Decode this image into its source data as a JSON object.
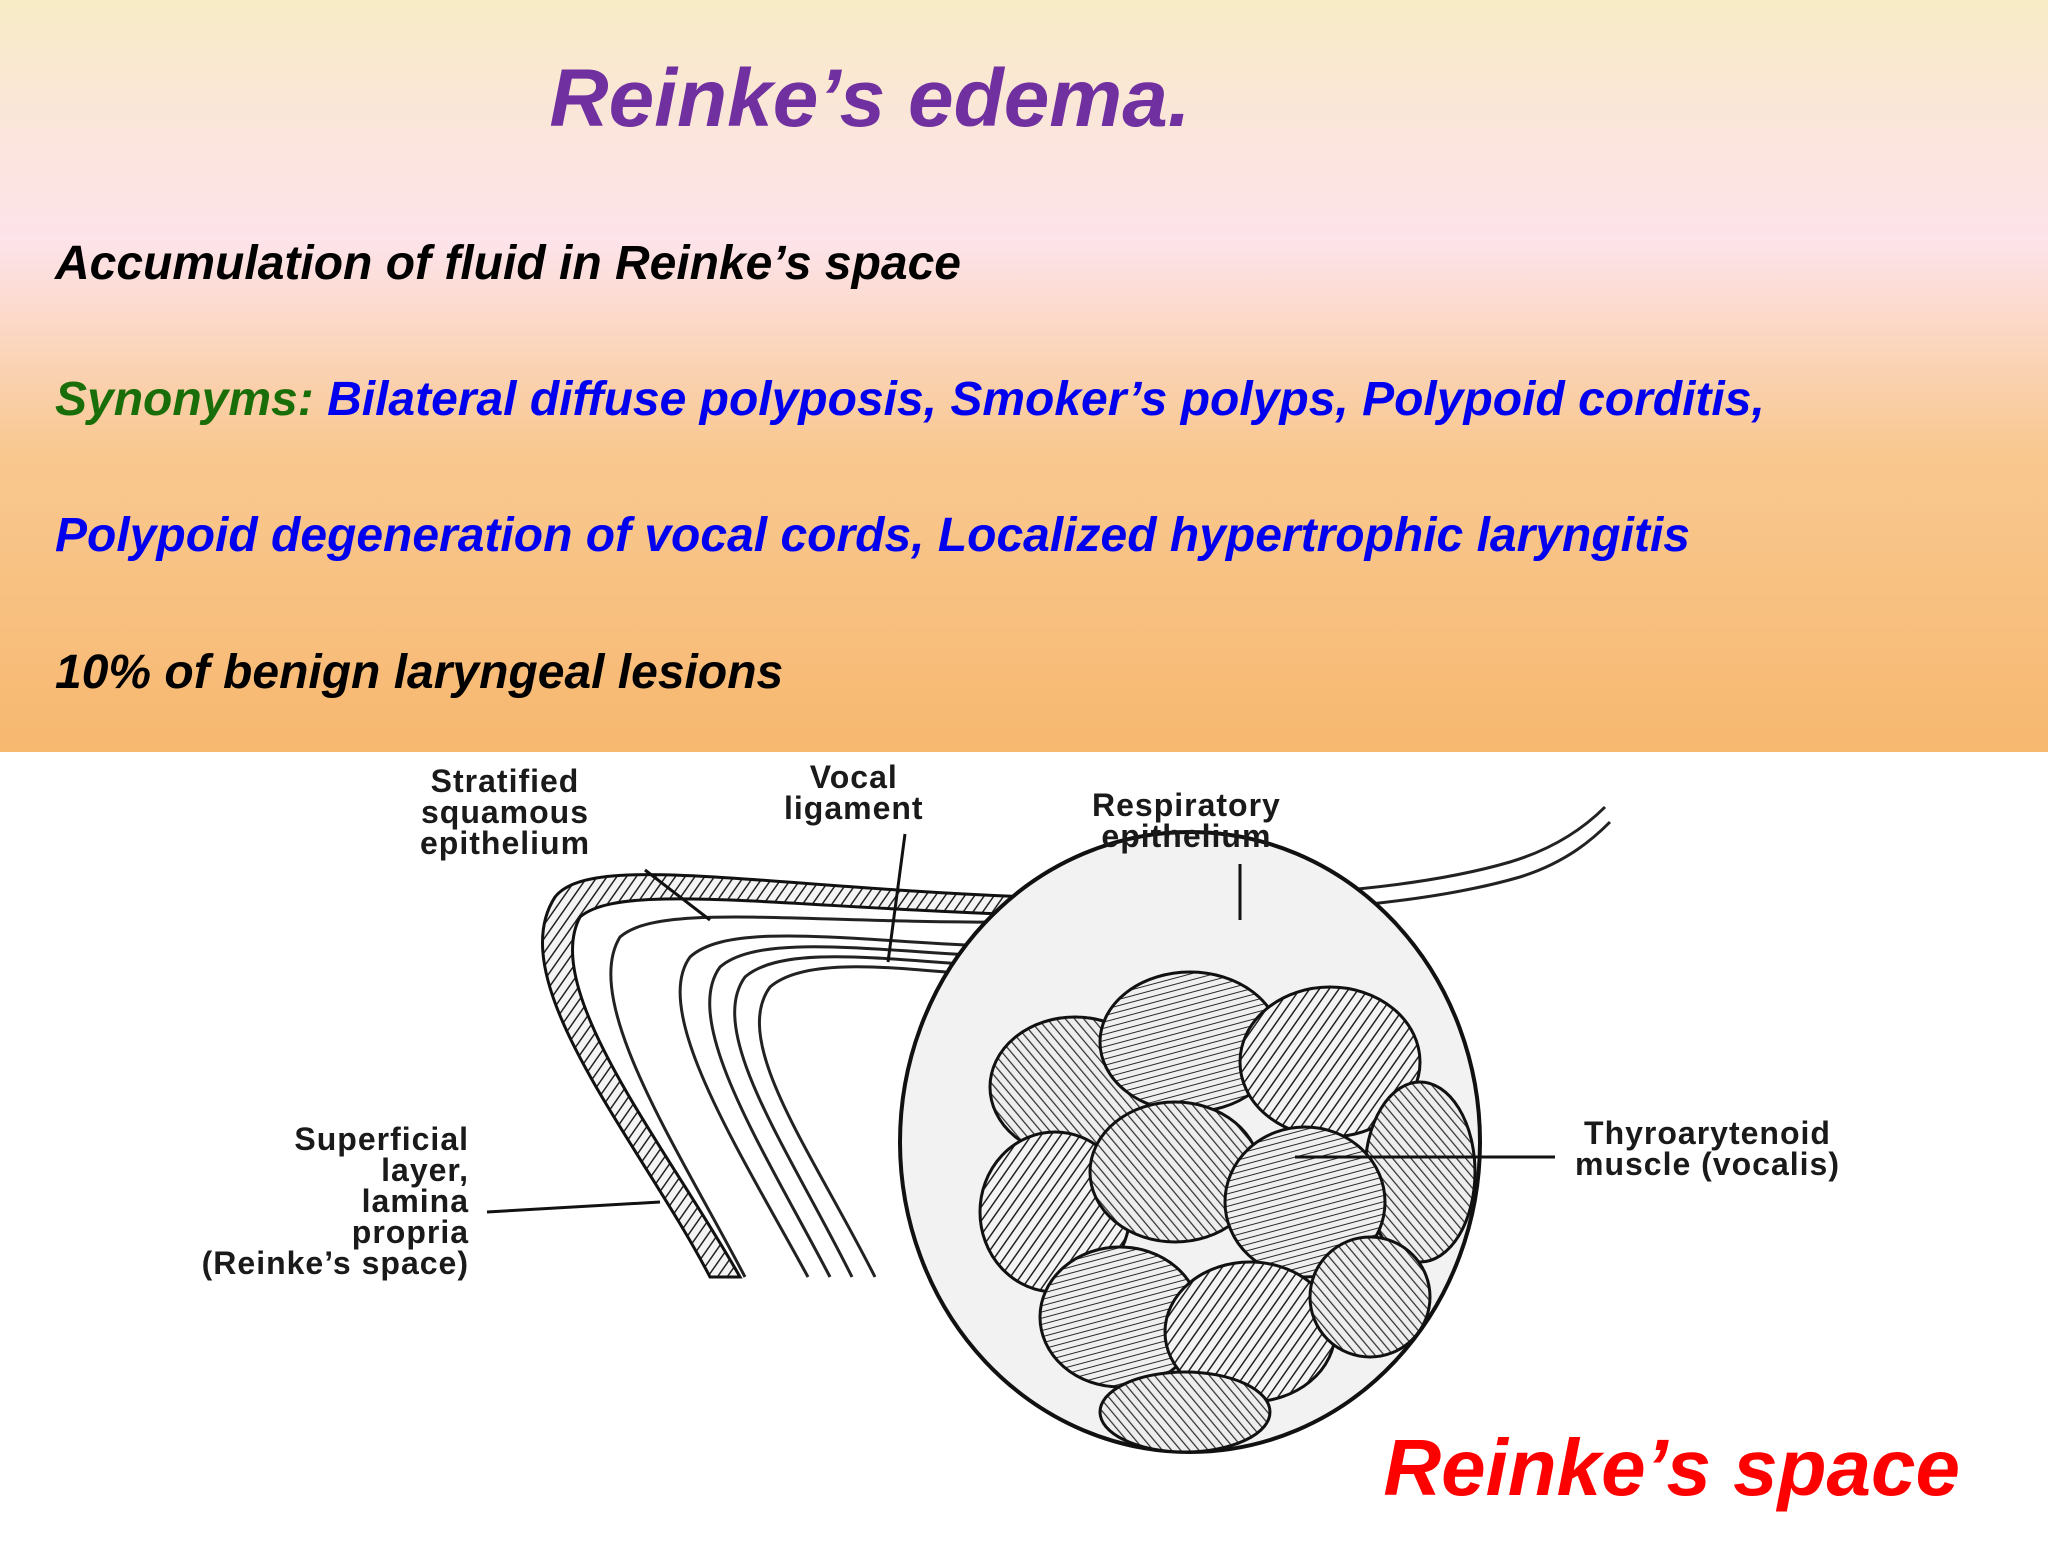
{
  "slide": {
    "title": "Reinke’s edema.",
    "line1": "Accumulation of fluid in Reinke’s space",
    "synonyms_label": "Synonyms:",
    "synonyms_text": " Bilateral diffuse polyposis, Smoker’s polyps, Polypoid corditis,",
    "line3": "Polypoid degeneration of vocal cords, Localized hypertrophic laryngitis",
    "line4": "10% of benign laryngeal lesions"
  },
  "diagram": {
    "stratified": [
      "Stratified",
      "squamous",
      "epithelium"
    ],
    "vocal": [
      "Vocal",
      "ligament"
    ],
    "respiratory": [
      "Respiratory",
      "epithelium"
    ],
    "superficial": [
      "Superficial",
      "layer,",
      "lamina",
      "propria",
      "(Reinke’s space)"
    ],
    "thyro": [
      "Thyroarytenoid",
      "muscle (vocalis)"
    ],
    "caption": "Reinke’s space"
  },
  "colors": {
    "title": "#7030a0",
    "synonyms_label": "#1a6e0a",
    "blue_text": "#0000ee",
    "caption": "#ff0000"
  }
}
